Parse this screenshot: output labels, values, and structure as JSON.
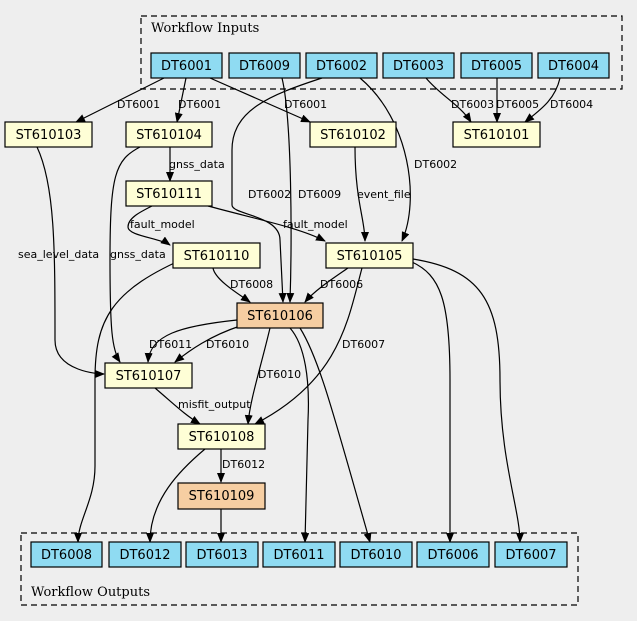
{
  "clusters": {
    "inputs": {
      "label": "Workflow Inputs"
    },
    "outputs": {
      "label": "Workflow Outputs"
    }
  },
  "colors": {
    "background": "#eeeeee",
    "input_fill": "#8fdbf2",
    "output_fill": "#8fdbf2",
    "step_fill": "#fefed6",
    "highlight_fill": "#f6cea2",
    "stroke": "#000000"
  },
  "nodes": [
    {
      "id": "DT6001",
      "label": "DT6001",
      "kind": "input"
    },
    {
      "id": "DT6009",
      "label": "DT6009",
      "kind": "input"
    },
    {
      "id": "DT6002",
      "label": "DT6002",
      "kind": "input"
    },
    {
      "id": "DT6003",
      "label": "DT6003",
      "kind": "input"
    },
    {
      "id": "DT6005",
      "label": "DT6005",
      "kind": "input"
    },
    {
      "id": "DT6004",
      "label": "DT6004",
      "kind": "input"
    },
    {
      "id": "ST610103",
      "label": "ST610103",
      "kind": "step"
    },
    {
      "id": "ST610104",
      "label": "ST610104",
      "kind": "step"
    },
    {
      "id": "ST610102",
      "label": "ST610102",
      "kind": "step"
    },
    {
      "id": "ST610101",
      "label": "ST610101",
      "kind": "step"
    },
    {
      "id": "ST610111",
      "label": "ST610111",
      "kind": "step"
    },
    {
      "id": "ST610110",
      "label": "ST610110",
      "kind": "step"
    },
    {
      "id": "ST610105",
      "label": "ST610105",
      "kind": "step"
    },
    {
      "id": "ST610106",
      "label": "ST610106",
      "kind": "highlight"
    },
    {
      "id": "ST610107",
      "label": "ST610107",
      "kind": "step"
    },
    {
      "id": "ST610108",
      "label": "ST610108",
      "kind": "step"
    },
    {
      "id": "ST610109",
      "label": "ST610109",
      "kind": "highlight"
    },
    {
      "id": "DT6008",
      "label": "DT6008",
      "kind": "output"
    },
    {
      "id": "DT6012",
      "label": "DT6012",
      "kind": "output"
    },
    {
      "id": "DT6013",
      "label": "DT6013",
      "kind": "output"
    },
    {
      "id": "DT6011",
      "label": "DT6011",
      "kind": "output"
    },
    {
      "id": "DT6010",
      "label": "DT6010",
      "kind": "output"
    },
    {
      "id": "DT6006",
      "label": "DT6006",
      "kind": "output"
    },
    {
      "id": "DT6007",
      "label": "DT6007",
      "kind": "output"
    }
  ],
  "edges": [
    {
      "from": "DT6001",
      "to": "ST610103",
      "label": "DT6001"
    },
    {
      "from": "DT6001",
      "to": "ST610104",
      "label": "DT6001"
    },
    {
      "from": "DT6001",
      "to": "ST610102",
      "label": "DT6001"
    },
    {
      "from": "DT6002",
      "to": "ST610106",
      "label": "DT6002"
    },
    {
      "from": "DT6009",
      "to": "ST610106",
      "label": "DT6009"
    },
    {
      "from": "DT6002",
      "to": "ST610105",
      "label": "DT6002"
    },
    {
      "from": "DT6003",
      "to": "ST610101",
      "label": "DT6003"
    },
    {
      "from": "DT6005",
      "to": "ST610101",
      "label": "DT6005"
    },
    {
      "from": "DT6004",
      "to": "ST610101",
      "label": "DT6004"
    },
    {
      "from": "ST610104",
      "to": "ST610111",
      "label": "gnss_data"
    },
    {
      "from": "ST610102",
      "to": "ST610105",
      "label": "event_file"
    },
    {
      "from": "ST610111",
      "to": "ST610110",
      "label": "fault_model"
    },
    {
      "from": "ST610111",
      "to": "ST610105",
      "label": "fault_model"
    },
    {
      "from": "ST610103",
      "to": "ST610107",
      "label": "sea_level_data"
    },
    {
      "from": "ST610104",
      "to": "ST610107",
      "label": "gnss_data"
    },
    {
      "from": "ST610110",
      "to": "ST610106",
      "label": "DT6008"
    },
    {
      "from": "ST610110",
      "to": "DT6008",
      "label": ""
    },
    {
      "from": "ST610105",
      "to": "ST610106",
      "label": "DT6006"
    },
    {
      "from": "ST610105",
      "to": "ST610108",
      "label": "DT6007"
    },
    {
      "from": "ST610105",
      "to": "DT6006",
      "label": ""
    },
    {
      "from": "ST610105",
      "to": "DT6007",
      "label": ""
    },
    {
      "from": "ST610106",
      "to": "ST610107",
      "label": "DT6011"
    },
    {
      "from": "ST610106",
      "to": "ST610107",
      "label": "DT6010"
    },
    {
      "from": "ST610106",
      "to": "ST610108",
      "label": "DT6010"
    },
    {
      "from": "ST610106",
      "to": "DT6011",
      "label": ""
    },
    {
      "from": "ST610106",
      "to": "DT6010",
      "label": ""
    },
    {
      "from": "ST610107",
      "to": "ST610108",
      "label": "misfit_output"
    },
    {
      "from": "ST610108",
      "to": "ST610109",
      "label": "DT6012"
    },
    {
      "from": "ST610108",
      "to": "DT6012",
      "label": ""
    },
    {
      "from": "ST610109",
      "to": "DT6013",
      "label": ""
    }
  ]
}
